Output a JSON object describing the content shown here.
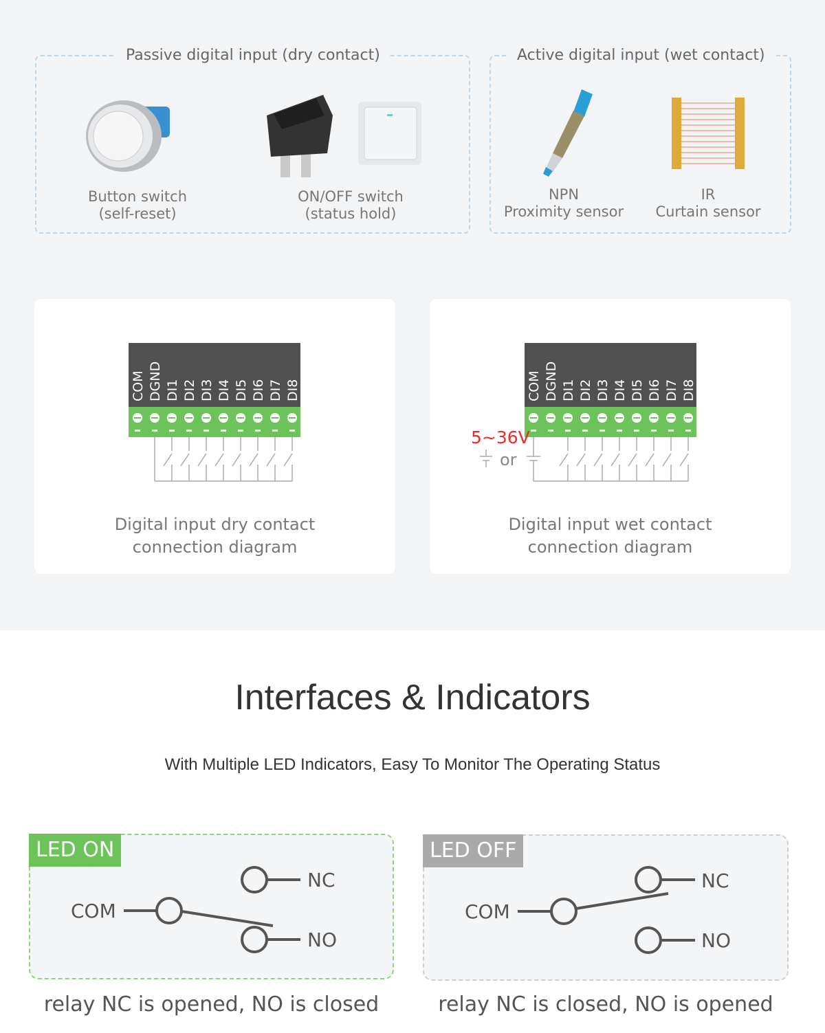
{
  "passive_group": {
    "title": "Passive digital input (dry contact)",
    "items": [
      {
        "line1": "Button switch",
        "line2": "(self-reset)"
      },
      {
        "line1": "ON/OFF switch",
        "line2": "(status hold)"
      }
    ]
  },
  "active_group": {
    "title": "Active digital input (wet contact)",
    "items": [
      {
        "line1": "NPN",
        "line2": "Proximity sensor"
      },
      {
        "line1": "IR",
        "line2": "Curtain sensor"
      }
    ]
  },
  "terminals": [
    "COM",
    "DGND",
    "DI1",
    "DI2",
    "DI3",
    "DI4",
    "DI5",
    "DI6",
    "DI7",
    "DI8"
  ],
  "dry_diagram": {
    "line1": "Digital input dry contact",
    "line2": "connection diagram"
  },
  "wet_diagram": {
    "line1": "Digital input wet contact",
    "line2": "connection diagram",
    "voltage": "5~36V",
    "or_label": "or"
  },
  "section": {
    "title": "Interfaces & Indicators",
    "subtitle": "With Multiple LED Indicators, Easy To Monitor The Operating Status"
  },
  "relay_on": {
    "tag": "LED ON",
    "com": "COM",
    "nc": "NC",
    "no": "NO",
    "caption": "relay NC is opened, NO is closed",
    "color": "#6cc35a"
  },
  "relay_off": {
    "tag": "LED OFF",
    "com": "COM",
    "nc": "NC",
    "no": "NO",
    "caption": "relay NC is closed, NO is opened",
    "color": "#aaaaaa"
  }
}
